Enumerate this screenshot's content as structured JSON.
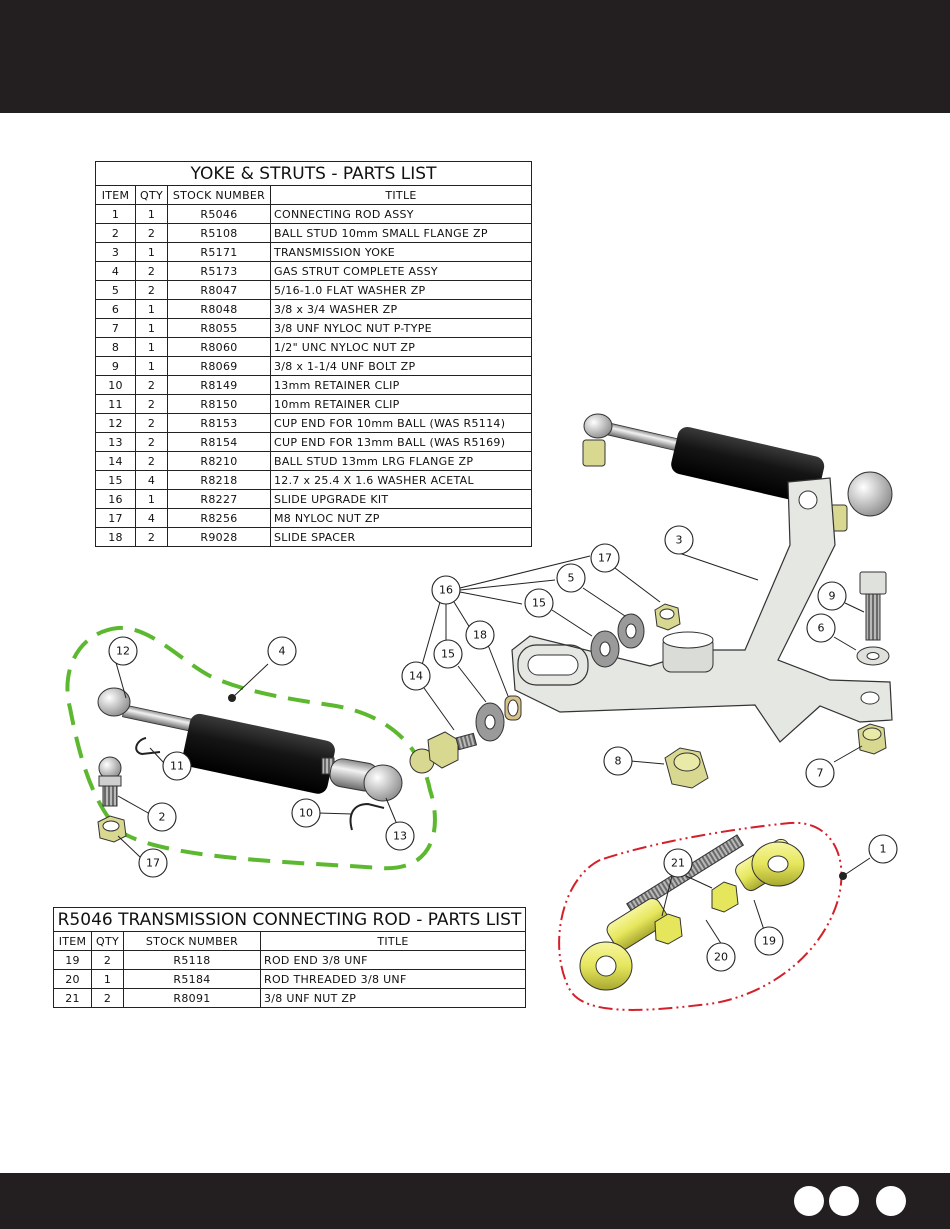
{
  "parts_list_1": {
    "title": "YOKE & STRUTS - PARTS LIST",
    "headers": {
      "item": "ITEM",
      "qty": "QTY",
      "stock": "STOCK NUMBER",
      "title": "TITLE"
    },
    "rows": [
      {
        "item": "1",
        "qty": "1",
        "stock": "R5046",
        "title": "CONNECTING ROD ASSY"
      },
      {
        "item": "2",
        "qty": "2",
        "stock": "R5108",
        "title": "BALL STUD 10mm SMALL FLANGE ZP"
      },
      {
        "item": "3",
        "qty": "1",
        "stock": "R5171",
        "title": "TRANSMISSION YOKE"
      },
      {
        "item": "4",
        "qty": "2",
        "stock": "R5173",
        "title": "GAS STRUT COMPLETE ASSY"
      },
      {
        "item": "5",
        "qty": "2",
        "stock": "R8047",
        "title": "5/16-1.0 FLAT WASHER ZP"
      },
      {
        "item": "6",
        "qty": "1",
        "stock": "R8048",
        "title": "3/8 x 3/4 WASHER ZP"
      },
      {
        "item": "7",
        "qty": "1",
        "stock": "R8055",
        "title": "3/8 UNF NYLOC NUT P-TYPE"
      },
      {
        "item": "8",
        "qty": "1",
        "stock": "R8060",
        "title": "1/2\" UNC NYLOC NUT ZP"
      },
      {
        "item": "9",
        "qty": "1",
        "stock": "R8069",
        "title": "3/8 x 1-1/4  UNF BOLT ZP"
      },
      {
        "item": "10",
        "qty": "2",
        "stock": "R8149",
        "title": "13mm RETAINER CLIP"
      },
      {
        "item": "11",
        "qty": "2",
        "stock": "R8150",
        "title": "10mm RETAINER CLIP"
      },
      {
        "item": "12",
        "qty": "2",
        "stock": "R8153",
        "title": "CUP END FOR 10mm BALL (WAS R5114)"
      },
      {
        "item": "13",
        "qty": "2",
        "stock": "R8154",
        "title": "CUP END FOR 13mm BALL (WAS R5169)"
      },
      {
        "item": "14",
        "qty": "2",
        "stock": "R8210",
        "title": "BALL STUD 13mm LRG FLANGE ZP"
      },
      {
        "item": "15",
        "qty": "4",
        "stock": "R8218",
        "title": "12.7 x 25.4 X 1.6 WASHER ACETAL"
      },
      {
        "item": "16",
        "qty": "1",
        "stock": "R8227",
        "title": "SLIDE UPGRADE KIT"
      },
      {
        "item": "17",
        "qty": "4",
        "stock": "R8256",
        "title": "M8 NYLOC NUT ZP"
      },
      {
        "item": "18",
        "qty": "2",
        "stock": "R9028",
        "title": "SLIDE SPACER"
      }
    ]
  },
  "parts_list_2": {
    "title": "R5046 TRANSMISSION CONNECTING ROD - PARTS LIST",
    "headers": {
      "item": "ITEM",
      "qty": "QTY",
      "stock": "STOCK NUMBER",
      "title": "TITLE"
    },
    "rows": [
      {
        "item": "19",
        "qty": "2",
        "stock": "R5118",
        "title": "ROD END 3/8 UNF"
      },
      {
        "item": "20",
        "qty": "1",
        "stock": "R5184",
        "title": "ROD THREADED 3/8 UNF"
      },
      {
        "item": "21",
        "qty": "2",
        "stock": "R8091",
        "title": "3/8 UNF NUT ZP"
      }
    ]
  },
  "callouts": [
    "1",
    "2",
    "3",
    "4",
    "5",
    "6",
    "7",
    "8",
    "9",
    "10",
    "11",
    "12",
    "13",
    "14",
    "15",
    "15",
    "16",
    "17",
    "17",
    "18",
    "19",
    "20",
    "21"
  ],
  "colors": {
    "band": "#231f20",
    "strut_group": "#5cb82e",
    "rod_group": "#d4202a",
    "rod_part": "#e8e86a",
    "metal": "#dfe2dc",
    "nut": "#d8d890"
  },
  "icons": [
    "page-dot-icon"
  ]
}
